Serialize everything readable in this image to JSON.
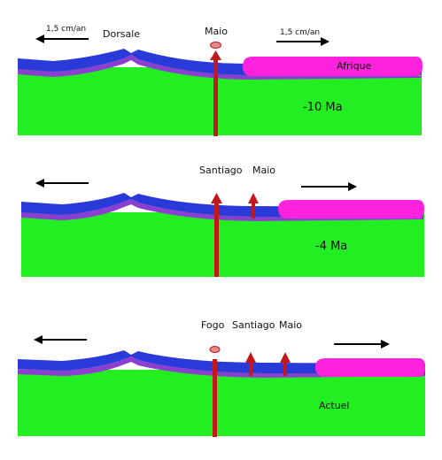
{
  "colors": {
    "mantle": "#22ee22",
    "crust": "#2a3ad8",
    "crust_base": "#8a3fd0",
    "continent": "#ff22dd",
    "hotspot": "#c0181b",
    "plume_head": "#e98a8a"
  },
  "panels": [
    {
      "age": "-10 Ma",
      "velocity_left": "1,5 cm/an",
      "velocity_right": "1,5 cm/an",
      "ridge_label": "Dorsale",
      "continent_label": "Afrique",
      "volcano_labels": [
        "Maio"
      ]
    },
    {
      "age": "-4 Ma",
      "volcano_labels": [
        "Santiago",
        "Maio"
      ]
    },
    {
      "age": "Actuel",
      "volcano_labels": [
        "Fogo",
        "Santiago",
        "Maio"
      ]
    }
  ]
}
